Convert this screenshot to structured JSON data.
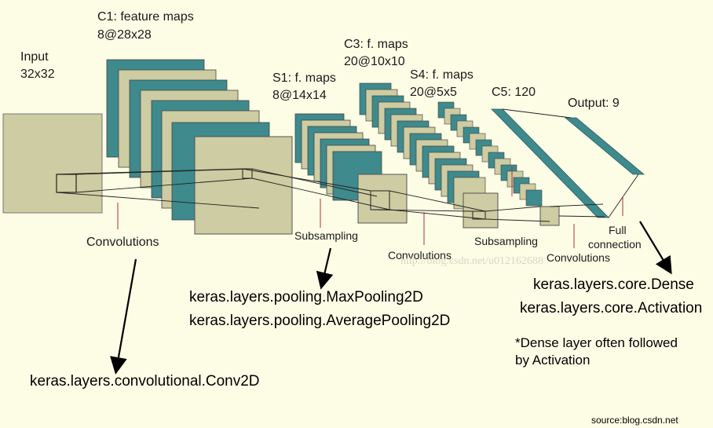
{
  "layers": {
    "input": {
      "name": "Input",
      "dims": "32x32"
    },
    "c1": {
      "name": "C1: feature maps",
      "dims": "8@28x28"
    },
    "s1": {
      "name": "S1: f. maps",
      "dims": "8@14x14"
    },
    "c3": {
      "name": "C3: f. maps",
      "dims": "20@10x10"
    },
    "s4": {
      "name": "S4: f. maps",
      "dims": "20@5x5"
    },
    "c5": {
      "name": "C5: 120"
    },
    "output": {
      "name": "Output: 9"
    }
  },
  "operations": {
    "conv1": "Convolutions",
    "sub1": "Subsampling",
    "conv2": "Convolutions",
    "sub2": "Subsampling",
    "conv3": "Convolutions",
    "fc_line1": "Full",
    "fc_line2": "connection"
  },
  "annotations": {
    "conv2d": "keras.layers.convolutional.Conv2D",
    "maxpool": "keras.layers.pooling.MaxPooling2D",
    "avgpool": "keras.layers.pooling.AveragePooling2D",
    "dense": "keras.layers.core.Dense",
    "activation": "keras.layers.core.Activation",
    "note_line1": "*Dense layer often followed",
    "note_line2": "by Activation"
  },
  "watermark": "http://blog.csdn.net/u012162688",
  "source": "source:blog.csdn.net",
  "colors": {
    "background": "#fdfde6",
    "map_teal": "#3e8a8d",
    "map_khaki": "#cdcca2",
    "stroke": "#222222",
    "accent_line": "#b03030"
  }
}
